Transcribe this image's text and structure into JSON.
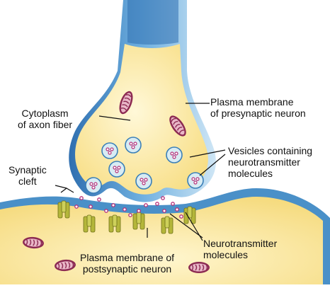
{
  "labels": {
    "plasma_presynaptic": [
      "Plasma membrane",
      "of presynaptic neuron"
    ],
    "cytoplasm": [
      "Cytoplasm",
      "of axon fiber"
    ],
    "synaptic_cleft": [
      "Synaptic",
      "cleft"
    ],
    "vesicles": [
      "Vesicles containing",
      "neurotransmitter",
      "molecules"
    ],
    "neurotransmitter_molecules": [
      "Neurotransmitter",
      "molecules"
    ],
    "plasma_postsynaptic": [
      "Plasma membrane of",
      "postsynaptic neuron"
    ]
  },
  "colors": {
    "membrane_blue": "#4a90c8",
    "membrane_light": "#cfe6f5",
    "cytoplasm_yellow": "#fbe49a",
    "cytoplasm_pale": "#fff6cf",
    "vesicle_fill": "#d8ecf3",
    "vesicle_dot": "#b5307a",
    "mitochondrion": "#8c2a52",
    "receptor": "#b4b63a"
  }
}
